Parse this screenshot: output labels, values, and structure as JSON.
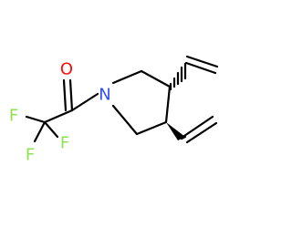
{
  "molecule": {
    "atoms": {
      "oxygen": {
        "symbol": "O",
        "color": "#FF0D0D"
      },
      "nitrogen": {
        "symbol": "N",
        "color": "#3050F8"
      },
      "fluorine_1": {
        "symbol": "F",
        "color": "#90E050"
      },
      "fluorine_2": {
        "symbol": "F",
        "color": "#90E050"
      },
      "fluorine_3": {
        "symbol": "F",
        "color": "#90E050"
      }
    },
    "bond_color": "#000000",
    "stereo_bonds": {
      "upper_vinyl": "hashed-wedge",
      "lower_vinyl": "solid-wedge"
    }
  }
}
